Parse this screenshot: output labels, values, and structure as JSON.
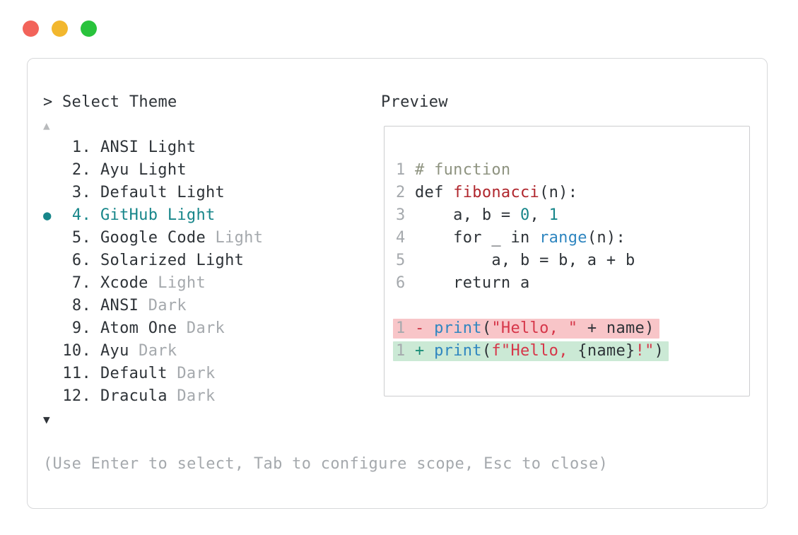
{
  "window": {
    "controls": [
      "close",
      "minimize",
      "zoom"
    ]
  },
  "theme_picker": {
    "prompt": ">",
    "title": "Select Theme",
    "scroll_up": "▲",
    "scroll_down": "▼",
    "selected_marker": "●",
    "items": [
      {
        "num": "1",
        "name": "ANSI Light",
        "suffix": "",
        "selected": false
      },
      {
        "num": "2",
        "name": "Ayu Light",
        "suffix": "",
        "selected": false
      },
      {
        "num": "3",
        "name": "Default Light",
        "suffix": "",
        "selected": false
      },
      {
        "num": "4",
        "name": "GitHub Light",
        "suffix": "",
        "selected": true
      },
      {
        "num": "5",
        "name": "Google Code",
        "suffix": " Light",
        "selected": false
      },
      {
        "num": "6",
        "name": "Solarized Light",
        "suffix": "",
        "selected": false
      },
      {
        "num": "7",
        "name": "Xcode",
        "suffix": " Light",
        "selected": false
      },
      {
        "num": "8",
        "name": "ANSI",
        "suffix": " Dark",
        "selected": false
      },
      {
        "num": "9",
        "name": "Atom One",
        "suffix": " Dark",
        "selected": false
      },
      {
        "num": "10",
        "name": "Ayu",
        "suffix": " Dark",
        "selected": false
      },
      {
        "num": "11",
        "name": "Default",
        "suffix": " Dark",
        "selected": false
      },
      {
        "num": "12",
        "name": "Dracula",
        "suffix": " Dark",
        "selected": false
      }
    ],
    "footer": "(Use Enter to select, Tab to configure scope, Esc to close)"
  },
  "preview": {
    "title": "Preview",
    "code_lines": [
      {
        "num": "1",
        "bg": "",
        "tokens": [
          {
            "text": "# function",
            "type": "comment"
          }
        ]
      },
      {
        "num": "2",
        "bg": "",
        "tokens": [
          {
            "text": "def ",
            "type": "text"
          },
          {
            "text": "fibonacci",
            "type": "func"
          },
          {
            "text": "(n):",
            "type": "text"
          }
        ]
      },
      {
        "num": "3",
        "bg": "",
        "tokens": [
          {
            "text": "    a, b = ",
            "type": "text"
          },
          {
            "text": "0",
            "type": "number"
          },
          {
            "text": ", ",
            "type": "text"
          },
          {
            "text": "1",
            "type": "number"
          }
        ]
      },
      {
        "num": "4",
        "bg": "",
        "tokens": [
          {
            "text": "    for _ in ",
            "type": "text"
          },
          {
            "text": "range",
            "type": "builtin"
          },
          {
            "text": "(n):",
            "type": "text"
          }
        ]
      },
      {
        "num": "5",
        "bg": "",
        "tokens": [
          {
            "text": "        a, b = b, a + b",
            "type": "text"
          }
        ]
      },
      {
        "num": "6",
        "bg": "",
        "tokens": [
          {
            "text": "    return a",
            "type": "text"
          }
        ]
      },
      {
        "num": "",
        "bg": "",
        "tokens": []
      },
      {
        "num": "1",
        "bg": "del",
        "tokens": [
          {
            "text": "- ",
            "type": "del-sign"
          },
          {
            "text": "print",
            "type": "builtin"
          },
          {
            "text": "(",
            "type": "text"
          },
          {
            "text": "\"Hello, \"",
            "type": "string"
          },
          {
            "text": " + name)",
            "type": "text"
          }
        ]
      },
      {
        "num": "1",
        "bg": "add",
        "tokens": [
          {
            "text": "+ ",
            "type": "add-sign"
          },
          {
            "text": "print",
            "type": "builtin"
          },
          {
            "text": "(",
            "type": "text"
          },
          {
            "text": "f\"Hello, ",
            "type": "string"
          },
          {
            "text": "{name}",
            "type": "text"
          },
          {
            "text": "!\"",
            "type": "string"
          },
          {
            "text": ")",
            "type": "text"
          }
        ]
      }
    ]
  },
  "colors": {
    "accent-teal": "#17868a",
    "text-dark": "#2e3338",
    "text-muted": "#a5a9ad",
    "comment-olive": "#8e9380",
    "func-red": "#b0262d",
    "string-crimson": "#d63649",
    "builtin-blue": "#2f86c0",
    "number-teal": "#17868a",
    "del-sign": "#cb3443",
    "add-sign": "#1b8e78",
    "del-bg": "#f8c5c8",
    "add-bg": "#cbe9d5",
    "traffic-red": "#f2635a",
    "traffic-yellow": "#f2b72e",
    "traffic-green": "#29c33c"
  }
}
